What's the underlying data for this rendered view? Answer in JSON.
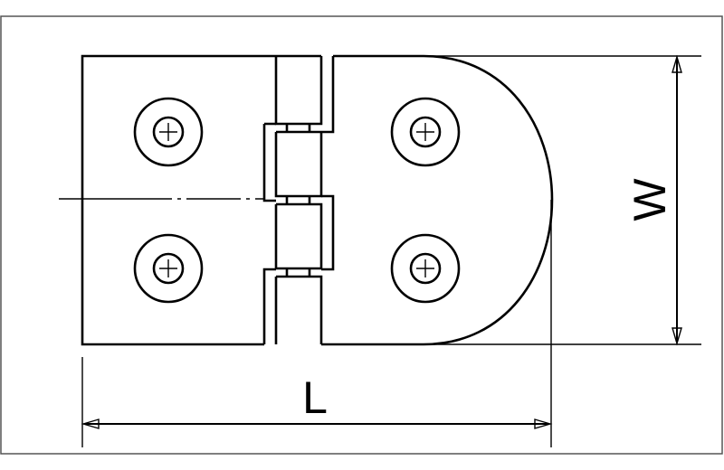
{
  "drawing": {
    "subject": "hinge",
    "dimensions": {
      "length_label": "L",
      "width_label": "W"
    },
    "line_color": "#000000",
    "frame_color": "#555555"
  }
}
